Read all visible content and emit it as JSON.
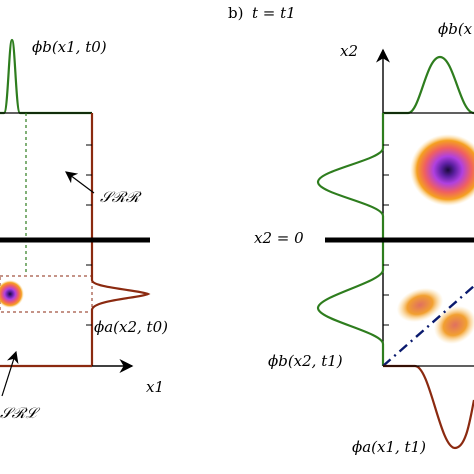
{
  "panel_b": {
    "letter": "b)",
    "time": "t = t1"
  },
  "labels": {
    "phi_b_t0": "ϕb(x1, t0)",
    "phi_b_t1": "ϕb(x",
    "phi_a_t0": "ϕa(x2, t0)",
    "phi_b_x2_t1": "ϕb(x2, t1)",
    "phi_a_t1": "ϕa(x1, t1)",
    "S_RR": "𝒮ℛℛ",
    "S_RL": "𝒮ℛℒ",
    "x1_axis": "x1",
    "x2_axis": "x2",
    "x2_zero": "x2 = 0"
  },
  "colors": {
    "green": "#2e7d1e",
    "red": "#8b2a10",
    "navy": "#0a1a6e",
    "blob_core": "#1a0a3a",
    "blob_mid": "#9b3cff",
    "blob_outer": "#f0a000"
  }
}
